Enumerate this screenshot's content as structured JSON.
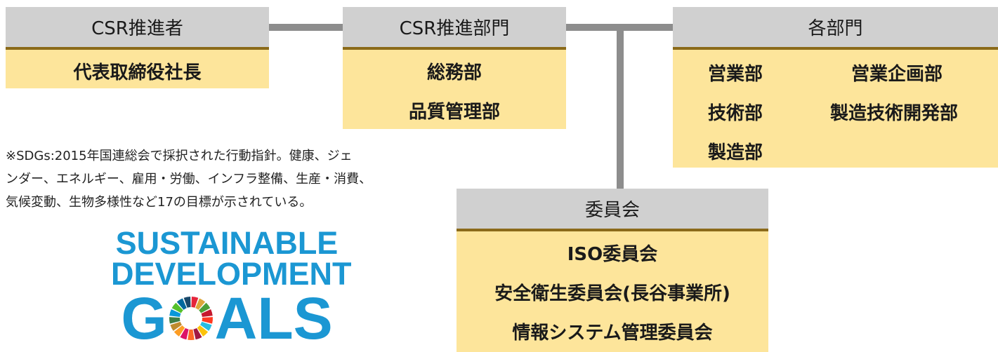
{
  "csr_promoter": {
    "title": "CSR推進者",
    "items": [
      "代表取締役社長"
    ]
  },
  "csr_dept": {
    "title": "CSR推進部門",
    "items": [
      "総務部",
      "品質管理部"
    ]
  },
  "departments": {
    "title": "各部門",
    "items": [
      "営業部",
      "営業企画部",
      "技術部",
      "製造技術開発部",
      "製造部"
    ]
  },
  "committee": {
    "title": "委員会",
    "items": [
      "ISO委員会",
      "安全衛生委員会(長谷事業所)",
      "情報システム管理委員会"
    ]
  },
  "note": {
    "lines": [
      "※SDGs:2015年国連総会で採択された行動指針。健康、ジェ",
      "ンダー、エネルギー、雇用・労働、インフラ整備、生産・消費、",
      "気候変動、生物多様性など17の目標が示されている。"
    ]
  },
  "logo": {
    "line1": "SUSTAINABLE",
    "line2": "DEVELOPMENT",
    "goals_g": "G",
    "goals_rest": "ALS",
    "color": "#1b97d3",
    "wheel_colors": [
      "#e5243b",
      "#dda63a",
      "#4c9f38",
      "#c5192d",
      "#ff3a21",
      "#26bde2",
      "#fcc30b",
      "#a21942",
      "#fd6925",
      "#dd1367",
      "#fd9d24",
      "#bf8b2e",
      "#3f7e44",
      "#0a97d9",
      "#56c02b",
      "#00689d",
      "#19486a"
    ]
  },
  "colors": {
    "header_bg": "#d0d0d0",
    "header_rule": "#8b6a1a",
    "body_bg": "#fde59b",
    "connector": "#8d8d8d"
  }
}
